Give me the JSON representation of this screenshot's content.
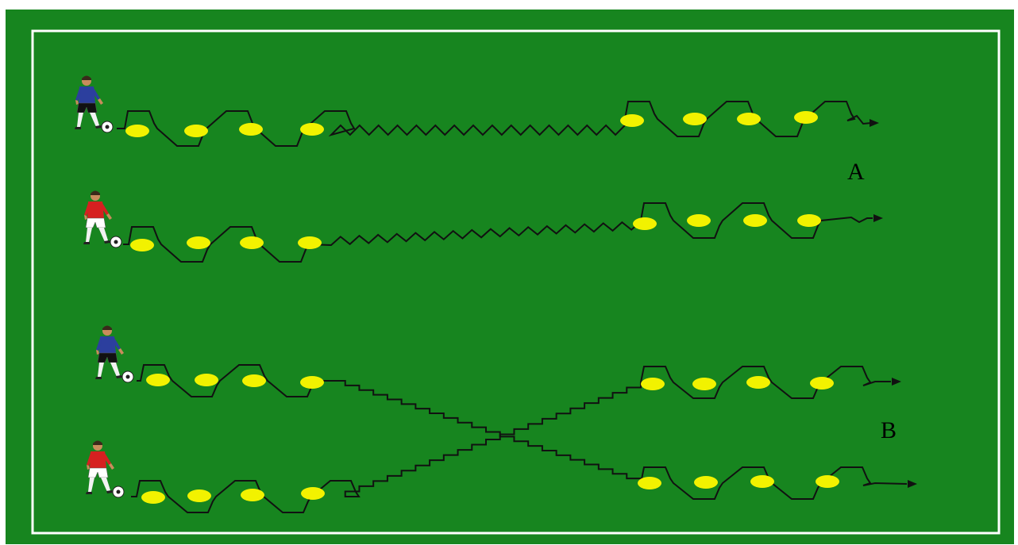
{
  "drill": {
    "labels": {
      "a": "A",
      "b": "B"
    },
    "players": [
      {
        "team": "blue",
        "shirt": "#2c3f9e",
        "shorts": "#111111"
      },
      {
        "team": "red",
        "shirt": "#d62020",
        "shorts": "#ffffff"
      },
      {
        "team": "blue",
        "shirt": "#2c3f9e",
        "shorts": "#111111"
      },
      {
        "team": "red",
        "shirt": "#d62020",
        "shorts": "#ffffff"
      }
    ],
    "cones_per_lane": 8,
    "colors": {
      "pitch": "#17851f",
      "lines": "#ffffff",
      "cone": "#f2f200",
      "path": "#111111",
      "label": "#000000"
    }
  }
}
